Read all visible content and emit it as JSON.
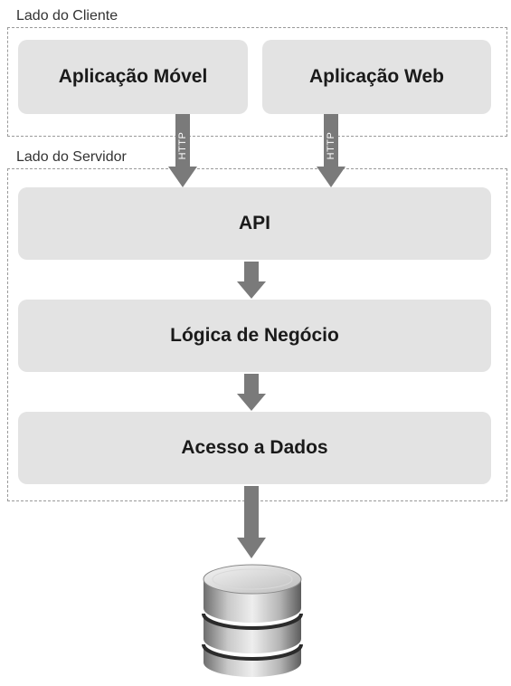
{
  "regions": {
    "client_label": "Lado do Cliente",
    "server_label": "Lado do Servidor"
  },
  "client_boxes": {
    "mobile": "Aplicação Móvel",
    "web": "Aplicação Web"
  },
  "server_layers": {
    "api": "API",
    "business": "Lógica de Negócio",
    "data_access": "Acesso a Dados"
  },
  "connections": {
    "http_left": "HTTP",
    "http_right": "HTTP"
  },
  "colors": {
    "box_fill": "#e3e3e3",
    "arrow": "#7a7a7a",
    "region_border": "#9a9a9a"
  },
  "icons": {
    "database": "database-icon"
  }
}
